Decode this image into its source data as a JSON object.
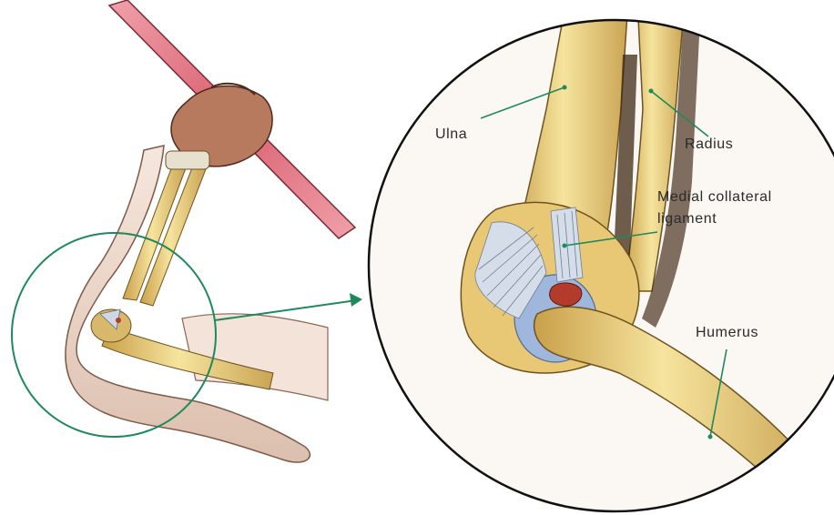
{
  "labels": {
    "ulna": "Ulna",
    "radius": "Radius",
    "mcl_line1": "Medial collateral",
    "mcl_line2": "ligament",
    "humerus": "Humerus"
  },
  "colors": {
    "leader": "#1e8a5c",
    "bone": "#f2dc8e",
    "bone_shadow": "#b98f3a",
    "skin": "#f3e2d6",
    "skin_shadow": "#c9a493",
    "javelin": "#e07a87",
    "ligament": "#c9d3e0",
    "cartilage": "#9fb7dc",
    "tear": "#b23b2c"
  }
}
